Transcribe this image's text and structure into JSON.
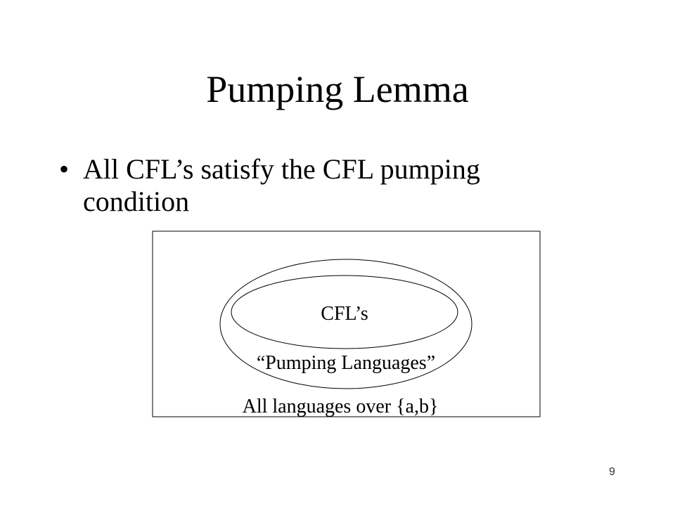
{
  "slide": {
    "title": "Pumping Lemma",
    "bullets": [
      {
        "text": "All CFL’s satisfy the CFL pumping condition"
      }
    ],
    "page_number": "9"
  },
  "diagram": {
    "outer_label": "All languages over {a,b}",
    "middle_label": "“Pumping Languages”",
    "inner_label": "CFL’s"
  }
}
